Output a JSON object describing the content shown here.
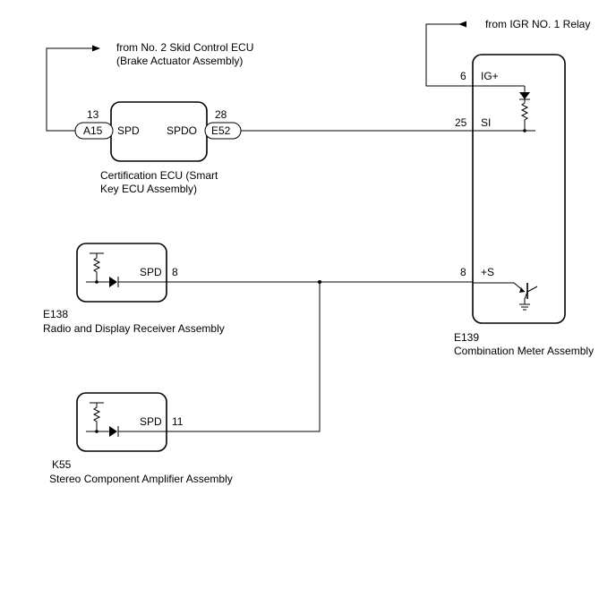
{
  "sources": {
    "skid_line1": "from No. 2 Skid Control ECU",
    "skid_line2": "(Brake Actuator Assembly)",
    "igr": "from IGR NO. 1 Relay"
  },
  "cert_ecu": {
    "left_pin": "13",
    "left_connector": "A15",
    "left_terminal": "SPD",
    "right_pin": "28",
    "right_connector": "E52",
    "right_terminal": "SPDO",
    "caption_line1": "Certification ECU (Smart",
    "caption_line2": "Key ECU Assembly)"
  },
  "meter": {
    "code": "E139",
    "name": "Combination Meter Assembly",
    "pin_ig": "6",
    "term_ig": "IG+",
    "pin_si": "25",
    "term_si": "SI",
    "pin_s": "8",
    "term_s": "+S"
  },
  "radio": {
    "terminal": "SPD",
    "pin": "8",
    "code": "E138",
    "name": "Radio and Display Receiver Assembly"
  },
  "amp": {
    "terminal": "SPD",
    "pin": "11",
    "code": "K55",
    "name": "Stereo Component Amplifier Assembly"
  }
}
